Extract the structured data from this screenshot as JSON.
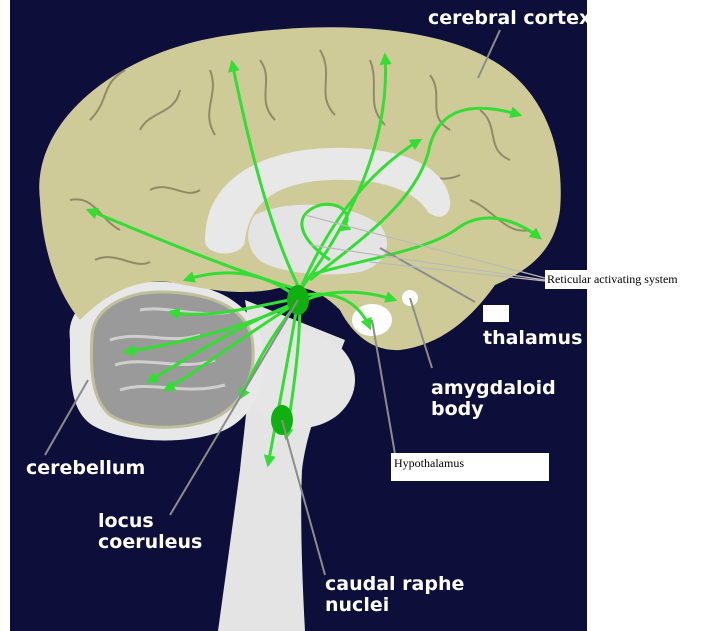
{
  "labels": {
    "cerebral_cortex": "cerebral cortex",
    "thalamus": "thalamus",
    "amygdaloid_line1": "amygdaloid",
    "amygdaloid_line2": "body",
    "cerebellum": "cerebellum",
    "locus_line1": "locus",
    "locus_line2": "coeruleus",
    "caudal_line1": "caudal raphe",
    "caudal_line2": "nuclei"
  },
  "annotations": {
    "reticular": "Reticular activating system",
    "hypothalamus": "Hypothalamus",
    "blank_label": ""
  },
  "colors": {
    "background": "#0e0e3a",
    "cortex": "#cfcb98",
    "pathway": "#33dd33",
    "nucleus": "#0fb00f"
  }
}
